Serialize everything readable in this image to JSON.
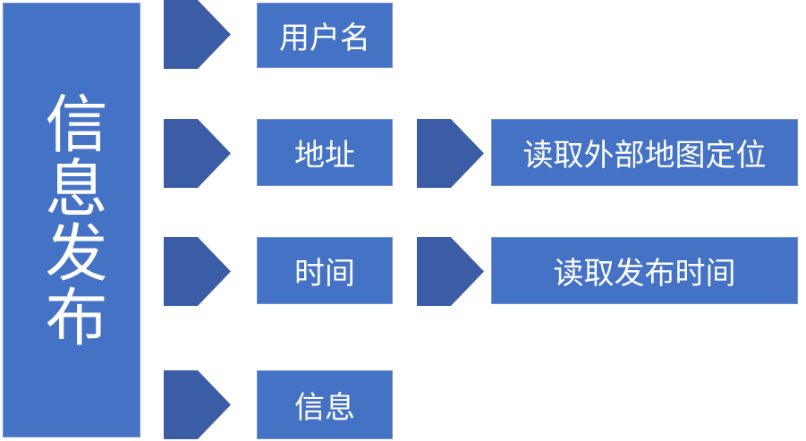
{
  "root": {
    "label": "信息发布"
  },
  "items": [
    {
      "label": "用户名"
    },
    {
      "label": "地址",
      "detail": "读取外部地图定位"
    },
    {
      "label": "时间",
      "detail": "读取发布时间"
    },
    {
      "label": "信息"
    }
  ],
  "colors": {
    "box_fill": "#4472C4",
    "chevron_fill": "#3A5DA6",
    "text": "#FFFFFF"
  },
  "icons": {
    "chevron": "chevron-right-icon"
  }
}
